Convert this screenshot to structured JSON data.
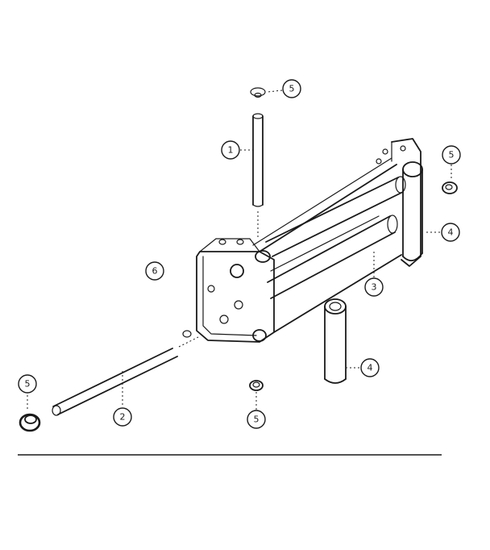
{
  "callouts": {
    "c1": "1",
    "c2": "2",
    "c3": "3",
    "c4a": "4",
    "c4b": "4",
    "c5_top": "5",
    "c5_right": "5",
    "c5_left": "5",
    "c5_bottom": "5",
    "c6": "6"
  }
}
